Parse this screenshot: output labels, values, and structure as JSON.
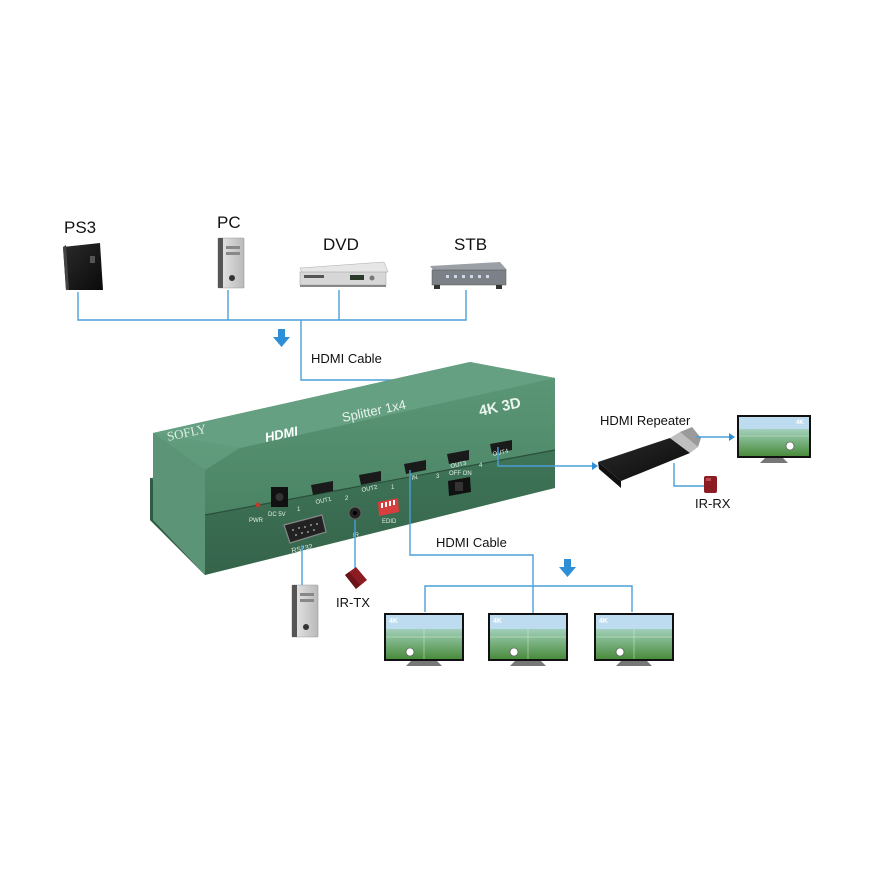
{
  "sources": {
    "ps3": "PS3",
    "pc": "PC",
    "dvd": "DVD",
    "stb": "STB"
  },
  "cables": {
    "input": "HDMI Cable",
    "output": "HDMI Cable"
  },
  "splitter": {
    "brand": "SOFLY",
    "hdmi_logo": "HDMI",
    "model": "Splitter 1x4",
    "badge": "4K 3D",
    "ports_top": [
      "OUT1",
      "OUT2",
      "IN",
      "OUT3",
      "OUT4"
    ],
    "port_numbers": [
      "1",
      "2",
      "1",
      "3",
      "4"
    ],
    "pwr": "PWR",
    "dc": "DC 5V",
    "rs232": "RS232",
    "ir": "IR",
    "edid": "EDID",
    "switch": "OFF ON"
  },
  "remote": {
    "repeater": "HDMI Repeater",
    "ir_rx": "IR-RX",
    "ir_tx": "IR-TX"
  },
  "tv_badge": "4K",
  "colors": {
    "splitter_green": "#4e8a6a",
    "line_blue": "#4a9fd8",
    "arrow_blue": "#2e8fd6",
    "ir_red": "#8a1c22"
  }
}
